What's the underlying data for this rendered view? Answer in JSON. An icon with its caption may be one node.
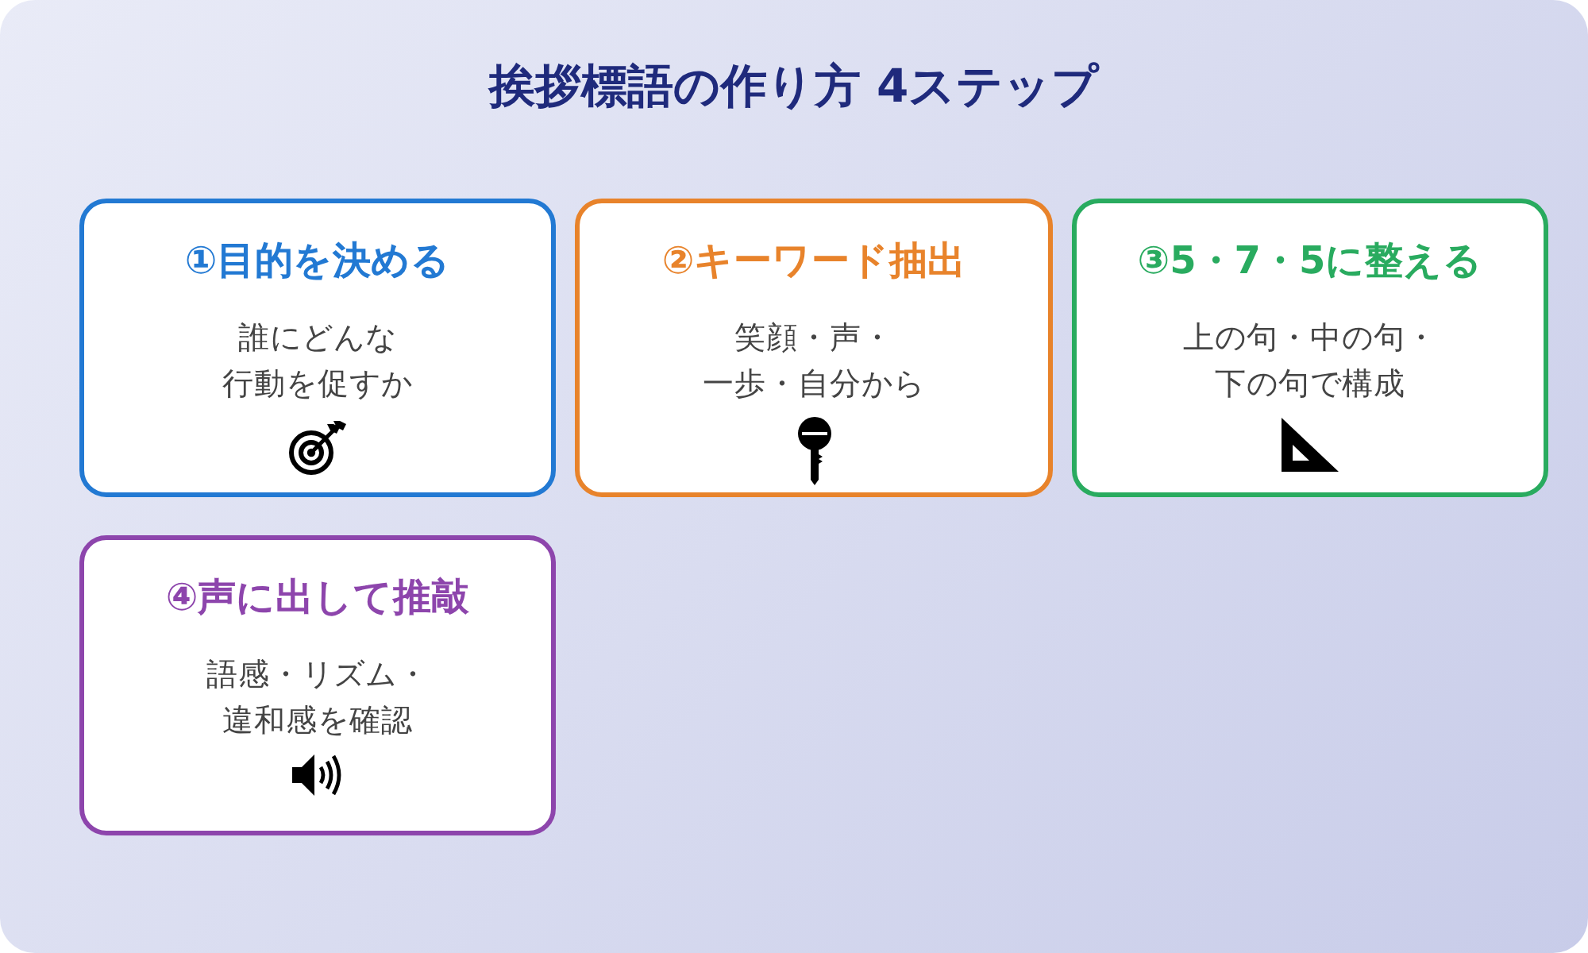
{
  "diagram": {
    "title": "挨拶標語の作り方 4ステップ",
    "nodes": [
      {
        "text": [
          "①目的を決める",
          "誰にどんな行動を促すか"
        ]
      },
      {
        "text": [
          "②キーワード抽出",
          "笑顔・声・一歩・自分から"
        ]
      },
      {
        "text": [
          "③5・7・5に整える",
          "上の句・中の句・下の句で構成"
        ]
      },
      {
        "text": [
          "④声に出して推敲",
          "語感・リズム・違和感を確認"
        ]
      }
    ]
  }
}
